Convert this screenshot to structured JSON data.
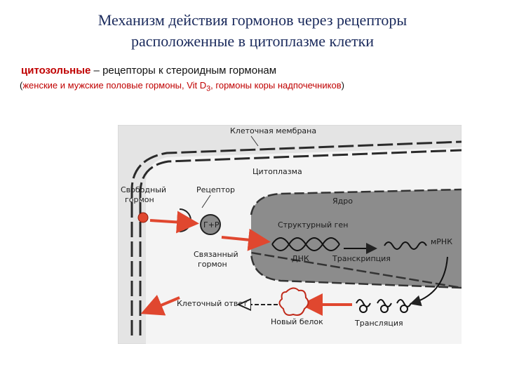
{
  "slide": {
    "title_line1": "Механизм действия гормонов через рецепторы",
    "title_line2": "расположенные в цитоплазме клетки",
    "lead_term": "цитозольные",
    "lead_rest": " – рецепторы к стероидным гормонам",
    "note_open": "(",
    "note_body_before_sub": "женские и мужские половые гормоны, Vit D",
    "note_sub": "3",
    "note_body_after_sub": ", гормоны коры надпочечников",
    "note_close": ")"
  },
  "diagram": {
    "labels": {
      "cell_membrane": "Клеточная мембрана",
      "cytoplasm": "Цитоплазма",
      "free_hormone_1": "Свободный",
      "free_hormone_2": "гормон",
      "receptor": "Рецептор",
      "nucleus": "Ядро",
      "structural_gene": "Структурный ген",
      "hr_complex": "Г+Р",
      "bound_hormone_1": "Связанный",
      "bound_hormone_2": "гормон",
      "dna": "ДНК",
      "transcription": "Транскрипция",
      "mrna": "мРНК",
      "cell_response": "Клеточный ответ",
      "new_protein": "Новый белок",
      "translation": "Трансляция"
    },
    "colors": {
      "hormone": "#e0472f",
      "arrow": "#e0472f",
      "nucleus": "#8c8c8c",
      "receptor": "#7e7e7e",
      "background": "#e4e4e4"
    }
  }
}
